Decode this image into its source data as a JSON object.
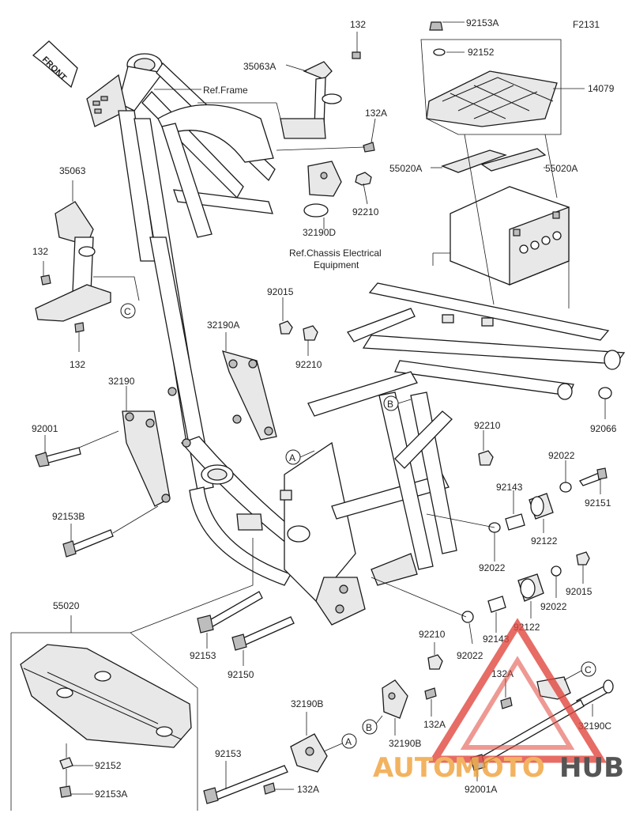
{
  "diagram": {
    "code": "F2131",
    "front_label": "FRONT",
    "ref_labels": {
      "frame": "Ref.Frame",
      "chassis_line1": "Ref.Chassis Electrical",
      "chassis_line2": "Equipment"
    },
    "callouts": {
      "a": "A",
      "b": "B",
      "c": "C"
    },
    "parts": {
      "p132_top": "132",
      "p35063A": "35063A",
      "p92153A_top": "92153A",
      "p92152_top": "92152",
      "p14079": "14079",
      "p132A_top": "132A",
      "p35063": "35063",
      "p55020A_left": "55020A",
      "p55020A_right": "55020A",
      "p92210_top": "92210",
      "p32190D": "32190D",
      "p132_left": "132",
      "p132_lower": "132",
      "p92015_top": "92015",
      "p32190A": "32190A",
      "p92210_mid": "92210",
      "p32190": "32190",
      "p92001": "92001",
      "p92066": "92066",
      "p92210_right": "92210",
      "p92022_a": "92022",
      "p92143_a": "92143",
      "p92151": "92151",
      "p92153B": "92153B",
      "p92122_a": "92122",
      "p92022_b": "92022",
      "p92015_right": "92015",
      "p92122_b": "92122",
      "p92022_c": "92022",
      "p55020": "55020",
      "p92153_mid": "92153",
      "p92150": "92150",
      "p92210_low": "92210",
      "p92022_d": "92022",
      "p92143_b": "92143",
      "p132A_right": "132A",
      "p32190B_top": "32190B",
      "p132A_mid": "132A",
      "p32190B_mid": "32190B",
      "p32190C": "32190C",
      "p92153_low": "92153",
      "p92152_low": "92152",
      "p92153A_low": "92153A",
      "p132A_low": "132A",
      "p92001A": "92001A"
    },
    "watermark": {
      "text_auto": "AUTO",
      "text_moto": "MOTO",
      "text_hub": "HUB"
    },
    "colors": {
      "watermark_red": "#e0483f",
      "watermark_orange": "#f0a13a",
      "watermark_dark": "#2b2b2b"
    }
  }
}
